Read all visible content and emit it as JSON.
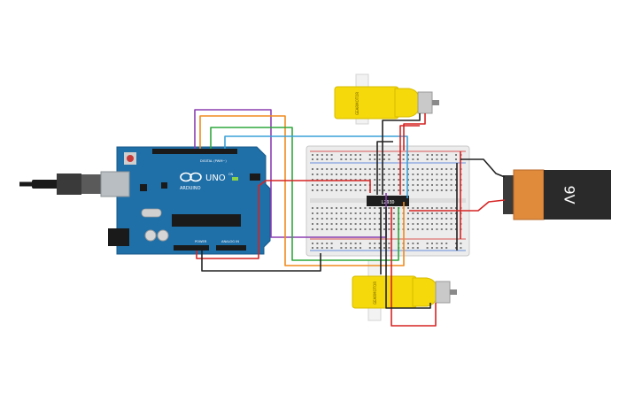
{
  "arduino": {
    "logo_text": "ARDUINO",
    "model_text": "UNO",
    "digital_label": "DIGITAL (PWM~)",
    "power_label": "POWER",
    "analog_label": "ANALOG IN",
    "on_label": "ON",
    "board_color": "#1f6fa8"
  },
  "driver_ic": {
    "label": "L293D"
  },
  "battery": {
    "label": "9V"
  },
  "motors": [
    {
      "side_label": "GEARMOTOR"
    },
    {
      "side_label": "GEARMOTOR"
    }
  ],
  "wire_colors": {
    "red": "#d62424",
    "black": "#222222",
    "orange": "#f08c1e",
    "purple": "#8a3fb0",
    "green": "#2fa83c",
    "blue": "#3aa0d8"
  }
}
